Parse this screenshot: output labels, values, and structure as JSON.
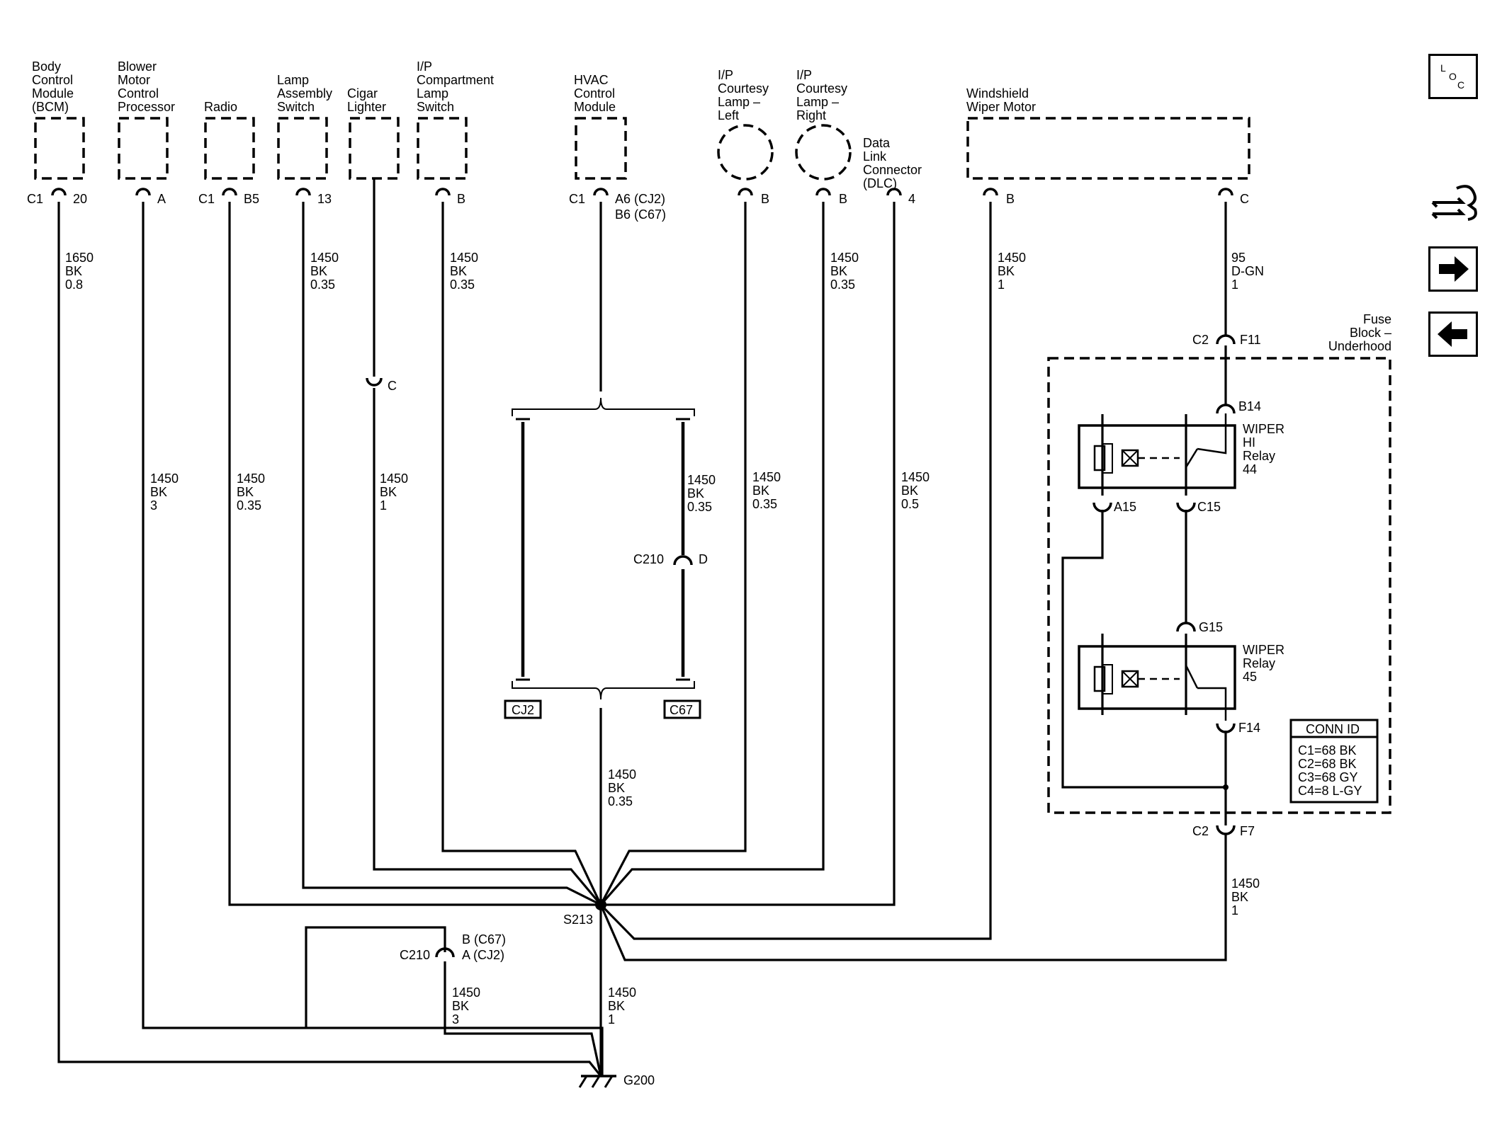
{
  "components": {
    "bcm": [
      "Body",
      "Control",
      "Module",
      "(BCM)"
    ],
    "blower": [
      "Blower",
      "Motor",
      "Control",
      "Processor"
    ],
    "radio": [
      "Radio"
    ],
    "lamp_switch": [
      "Lamp",
      "Assembly",
      "Switch"
    ],
    "cigar": [
      "Cigar",
      "Lighter"
    ],
    "ip_comp": [
      "I/P",
      "Compartment",
      "Lamp",
      "Switch"
    ],
    "hvac": [
      "HVAC",
      "Control",
      "Module"
    ],
    "court_left": [
      "I/P",
      "Courtesy",
      "Lamp –",
      "Left"
    ],
    "court_right": [
      "I/P",
      "Courtesy",
      "Lamp –",
      "Right"
    ],
    "dlc": [
      "Data",
      "Link",
      "Connector",
      "(DLC)"
    ],
    "wiper_motor": [
      "Windshield",
      "Wiper Motor"
    ],
    "fuse_block": [
      "Fuse",
      "Block –",
      "Underhood"
    ],
    "wiper_hi": [
      "WIPER",
      "HI",
      "Relay",
      "44"
    ],
    "wiper_relay": [
      "WIPER",
      "Relay",
      "45"
    ]
  },
  "pins": {
    "bcm_c": "C1",
    "bcm_p": "20",
    "blower_p": "A",
    "radio_c": "C1",
    "radio_p": "B5",
    "lamp_p": "13",
    "ipcomp_p": "B",
    "hvac_c": "C1",
    "hvac_p1": "A6 (CJ2)",
    "hvac_p2": "B6 (C67)",
    "cl_p": "B",
    "cr_p": "B",
    "dlc_p": "4",
    "wm_b": "B",
    "wm_c": "C",
    "cig_c": "C",
    "c2f11_c": "C2",
    "c2f11_p": "F11",
    "b14": "B14",
    "a15": "A15",
    "c15": "C15",
    "g15": "G15",
    "f14": "F14",
    "c2f7_c": "C2",
    "c2f7_p": "F7",
    "c210": "C210",
    "c210_d": "D",
    "c210b": "C210",
    "c210b_p1": "B (C67)",
    "c210b_p2": "A (CJ2)"
  },
  "wires": {
    "bcm": [
      "1650",
      "BK",
      "0.8"
    ],
    "blower": [
      "1450",
      "BK",
      "3"
    ],
    "radio": [
      "1450",
      "BK",
      "0.35"
    ],
    "lamp": [
      "1450",
      "BK",
      "0.35"
    ],
    "cigar": [
      "1450",
      "BK",
      "1"
    ],
    "ipcomp": [
      "1450",
      "BK",
      "0.35"
    ],
    "c67": [
      "1450",
      "BK",
      "0.35"
    ],
    "cl": [
      "1450",
      "BK",
      "0.35"
    ],
    "cr": [
      "1450",
      "BK",
      "0.35"
    ],
    "dlc": [
      "1450",
      "BK",
      "0.5"
    ],
    "wmb": [
      "1450",
      "BK",
      "1"
    ],
    "wmc": [
      "95",
      "D-GN",
      "1"
    ],
    "hvac": [
      "1450",
      "BK",
      "0.35"
    ],
    "f7": [
      "1450",
      "BK",
      "1"
    ],
    "c210b": [
      "1450",
      "BK",
      "3"
    ],
    "ground": [
      "1450",
      "BK",
      "1"
    ]
  },
  "splice": "S213",
  "ground": "G200",
  "tags": {
    "cj2": "CJ2",
    "c67": "C67"
  },
  "conn_id": {
    "title": "CONN ID",
    "lines": [
      "C1=68 BK",
      "C2=68 BK",
      "C3=68 GY",
      "C4=8 L-GY"
    ]
  },
  "nav": {
    "loc": [
      "L",
      "O",
      "C"
    ],
    "icons": [
      "component-locator-icon",
      "next-arrow-icon",
      "previous-arrow-icon"
    ]
  }
}
